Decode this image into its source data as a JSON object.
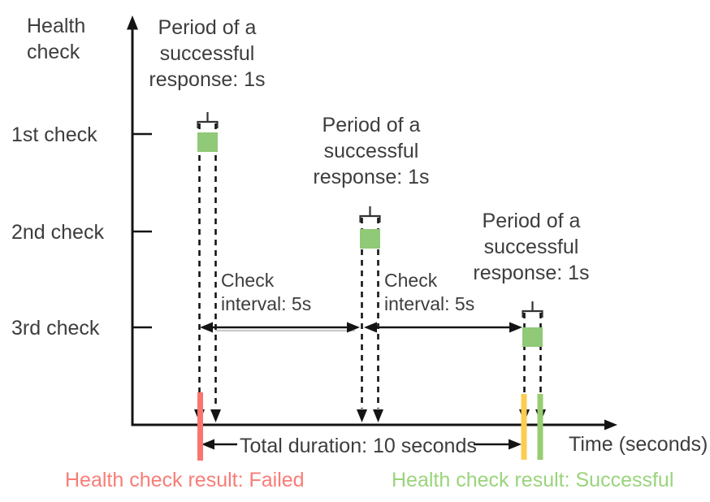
{
  "colors": {
    "line": "#141414",
    "text": "#3d3d3d",
    "failed_red": "#F87D77",
    "success_green": "#9AD47C",
    "square_green": "#90C977",
    "bar_red": "#F8766F",
    "bar_yellow": "#FBCD50",
    "bar_green": "#97CD70",
    "arrow_shadow": "#C9C9C9"
  },
  "axes": {
    "y_title": "Health\ncheck",
    "x_title": "Time (seconds)",
    "y_ticks": [
      "1st check",
      "2nd check",
      "3rd check"
    ]
  },
  "annotations": {
    "period_labels": [
      "Period of a\nsuccessful\nresponse: 1s",
      "Period of a\nsuccessful\nresponse: 1s",
      "Period of a\nsuccessful\nresponse: 1s"
    ],
    "interval_labels": [
      "Check\ninterval: 5s",
      "Check\ninterval: 5s"
    ],
    "total_duration": "Total duration: 10 seconds",
    "failed_result": "Health check result: Failed",
    "successful_result": "Health check result: Successful"
  }
}
